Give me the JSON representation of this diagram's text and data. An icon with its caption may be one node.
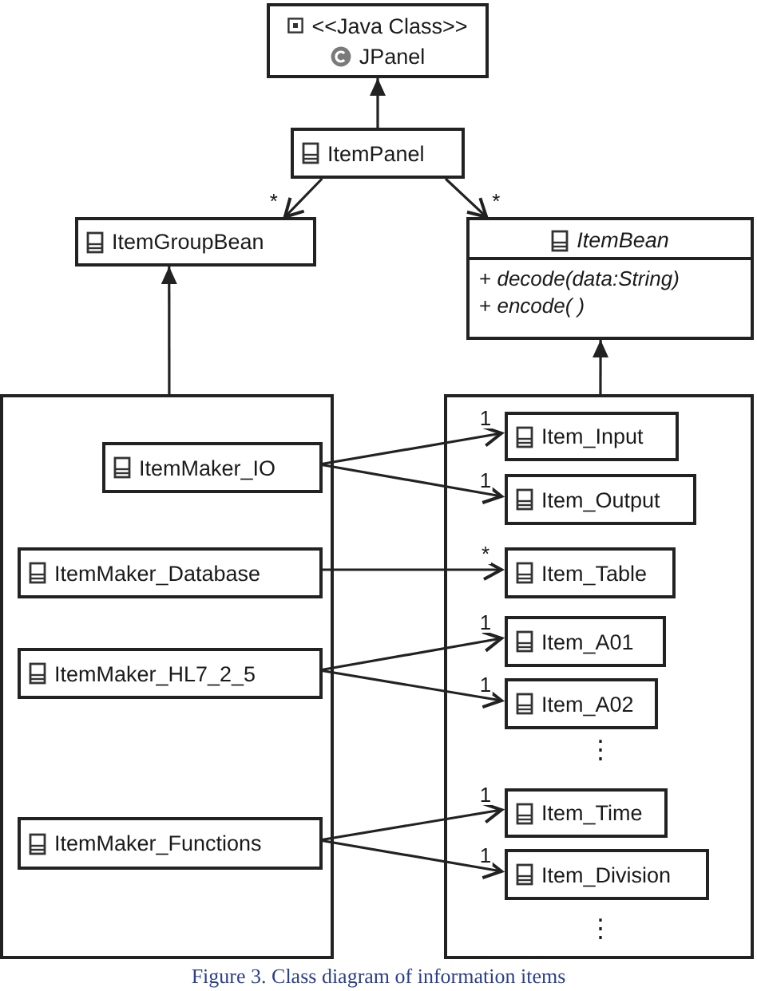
{
  "diagram": {
    "caption": "Figure 3. Class diagram of information items",
    "nodes": [
      {
        "text": [
          "<<Java Class>>",
          "JPanel"
        ]
      },
      {
        "text": [
          "ItemPanel"
        ]
      },
      {
        "text": [
          "ItemGroupBean"
        ]
      },
      {
        "text": [
          "ItemBean",
          "+ *decode(data:String)*",
          "+ *encode( )*"
        ]
      },
      {
        "text": [],
        "shape": "box"
      },
      {
        "text": [],
        "shape": "box"
      },
      {
        "text": [
          "ItemMaker_IO"
        ],
        "in": 4
      },
      {
        "text": [
          "ItemMaker_Database"
        ],
        "in": 4
      },
      {
        "text": [
          "ItemMaker_HL7_2_5"
        ],
        "in": 4
      },
      {
        "text": [
          "ItemMaker_Functions"
        ],
        "in": 4
      },
      {
        "text": [
          "Item_Input"
        ],
        "in": 5
      },
      {
        "text": [
          "Item_Output"
        ],
        "in": 5
      },
      {
        "text": [
          "Item_Table"
        ],
        "in": 5
      },
      {
        "text": [
          "Item_A01"
        ],
        "in": 5
      },
      {
        "text": [
          "Item_A02"
        ],
        "in": 5
      },
      {
        "text": [
          "Item_Time"
        ],
        "in": 5
      },
      {
        "text": [
          "Item_Division"
        ],
        "in": 5
      }
    ],
    "edges": [
      {
        "from": 1,
        "to": 0,
        "arrow": "to"
      },
      {
        "from": 1,
        "to": 2,
        "arrow": "to",
        "label": "*"
      },
      {
        "from": 1,
        "to": 3,
        "arrow": "to",
        "label": "*"
      },
      {
        "from": 4,
        "to": 2,
        "arrow": "to"
      },
      {
        "from": 5,
        "to": 3,
        "arrow": "to"
      },
      {
        "from": 6,
        "to": 10,
        "arrow": "to",
        "label": "1"
      },
      {
        "from": 6,
        "to": 11,
        "arrow": "to",
        "label": "1"
      },
      {
        "from": 7,
        "to": 12,
        "arrow": "to",
        "label": "*"
      },
      {
        "from": 8,
        "to": 13,
        "arrow": "to",
        "label": "1"
      },
      {
        "from": 8,
        "to": 14,
        "arrow": "to",
        "label": "1"
      },
      {
        "from": 9,
        "to": 15,
        "arrow": "to",
        "label": "1"
      },
      {
        "from": 9,
        "to": 16,
        "arrow": "to",
        "label": "1"
      }
    ],
    "labels": [
      "⋮",
      "⋮"
    ]
  }
}
